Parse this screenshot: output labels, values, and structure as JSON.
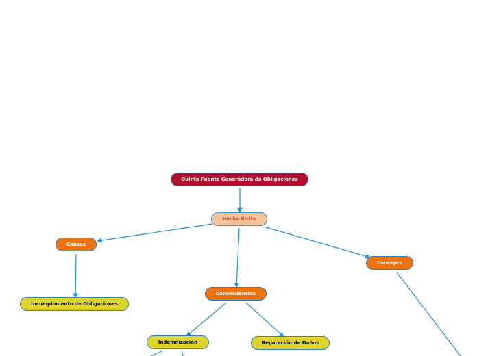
{
  "diagram": {
    "type": "concept-map",
    "edge_color": "#1e8fd6",
    "nodes": {
      "root": {
        "label": "Quinta Fuente Generadora de Obligaciones",
        "fill": "#b20f2c",
        "text_color": "#ffffff"
      },
      "hecho": {
        "label": "Hecho Ilícito",
        "fill": "#f6c39b",
        "text_color": "#d2451e"
      },
      "causas": {
        "label": "Causas",
        "fill": "#ec7410",
        "text_color": "#ffffff"
      },
      "concepto": {
        "label": "Concepto",
        "fill": "#ec7410",
        "text_color": "#ffffff"
      },
      "consecuencias": {
        "label": "Consecuencias",
        "fill": "#ec7410",
        "text_color": "#ffffff"
      },
      "incumplimiento": {
        "label": "Incumplimiento de Obligaciones",
        "fill": "#dfd52a",
        "text_color": "#000000"
      },
      "indemnizacion": {
        "label": "Indemnización",
        "fill": "#dfd52a",
        "text_color": "#000000"
      },
      "reparacion": {
        "label": "Reparación de Daños",
        "fill": "#dfd52a",
        "text_color": "#000000"
      }
    },
    "edges": [
      {
        "from": "root",
        "to": "hecho"
      },
      {
        "from": "hecho",
        "to": "causas"
      },
      {
        "from": "hecho",
        "to": "consecuencias"
      },
      {
        "from": "hecho",
        "to": "concepto"
      },
      {
        "from": "causas",
        "to": "incumplimiento"
      },
      {
        "from": "consecuencias",
        "to": "indemnizacion"
      },
      {
        "from": "consecuencias",
        "to": "reparacion"
      },
      {
        "from": "concepto",
        "to": "offscreen"
      },
      {
        "from": "indemnizacion",
        "to": "offscreen"
      },
      {
        "from": "indemnizacion",
        "to": "offscreen"
      }
    ]
  }
}
